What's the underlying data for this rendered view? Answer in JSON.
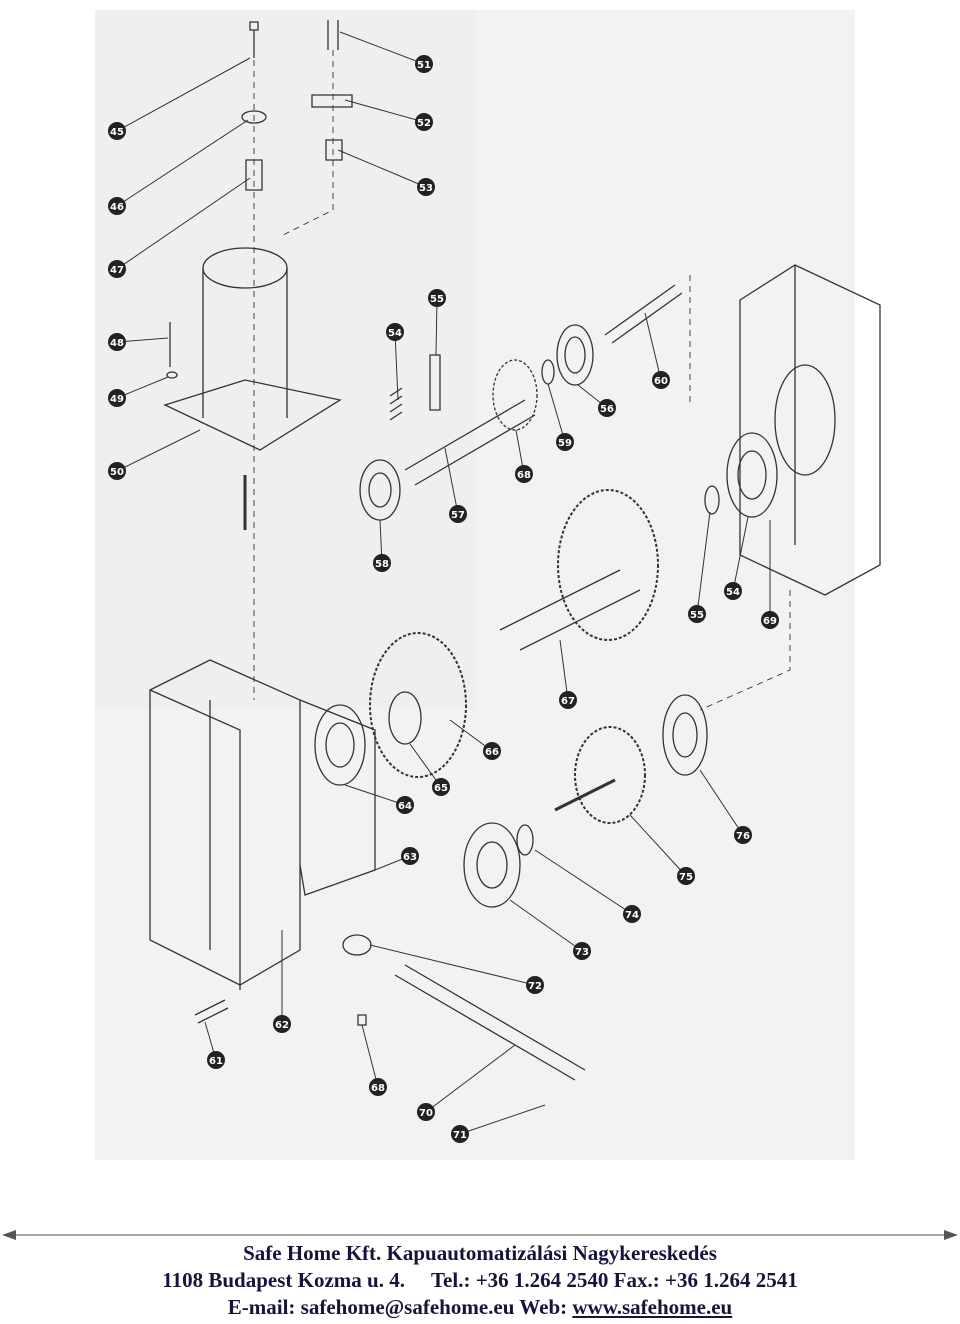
{
  "callouts": [
    "45",
    "46",
    "47",
    "48",
    "49",
    "50",
    "51",
    "52",
    "53",
    "54",
    "55",
    "56",
    "57",
    "58",
    "59",
    "60",
    "61",
    "62",
    "63",
    "64",
    "65",
    "66",
    "67",
    "68",
    "69",
    "70",
    "71",
    "72",
    "73",
    "74",
    "75",
    "76"
  ],
  "callouts_right": [
    "54",
    "55"
  ],
  "footer": {
    "company": "Safe Home Kft. Kapuautomatizálási Nagykereskedés",
    "address": "1108 Budapest Kozma u. 4.",
    "tel": "Tel.: +36 1.264 2540",
    "fax": "Fax.: +36 1.264 2541",
    "email": "E-mail: safehome@safehome.eu",
    "web_label": "Web:",
    "web_url": "www.safehome.eu"
  }
}
